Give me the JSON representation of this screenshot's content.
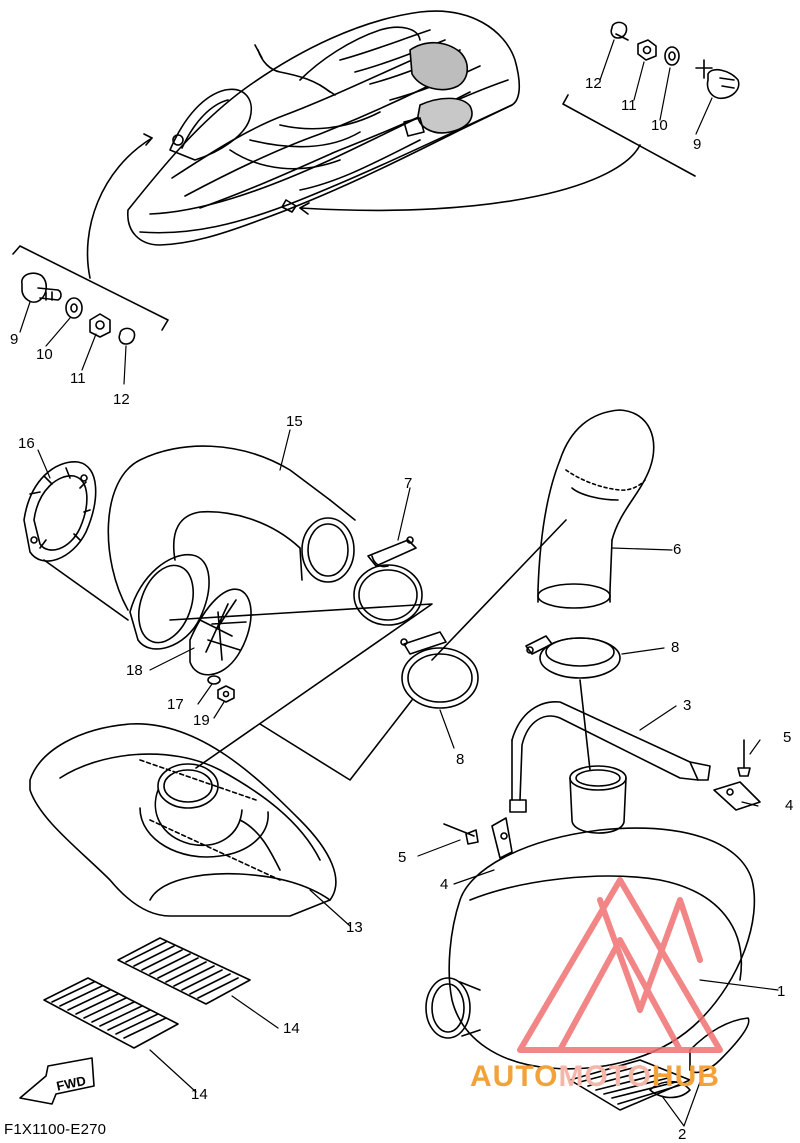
{
  "diagram": {
    "code": "F1X1100-E270",
    "fwd_label": "FWD",
    "callouts": [
      {
        "id": "c1",
        "label": "1"
      },
      {
        "id": "c2",
        "label": "2"
      },
      {
        "id": "c3",
        "label": "3"
      },
      {
        "id": "c4a",
        "label": "4"
      },
      {
        "id": "c4b",
        "label": "4"
      },
      {
        "id": "c5a",
        "label": "5"
      },
      {
        "id": "c5b",
        "label": "5"
      },
      {
        "id": "c6",
        "label": "6"
      },
      {
        "id": "c7",
        "label": "7"
      },
      {
        "id": "c8a",
        "label": "8"
      },
      {
        "id": "c8b",
        "label": "8"
      },
      {
        "id": "c9a",
        "label": "9"
      },
      {
        "id": "c9b",
        "label": "9"
      },
      {
        "id": "c10a",
        "label": "10"
      },
      {
        "id": "c10b",
        "label": "10"
      },
      {
        "id": "c11a",
        "label": "11"
      },
      {
        "id": "c11b",
        "label": "11"
      },
      {
        "id": "c12a",
        "label": "12"
      },
      {
        "id": "c12b",
        "label": "12"
      },
      {
        "id": "c13",
        "label": "13"
      },
      {
        "id": "c14a",
        "label": "14"
      },
      {
        "id": "c14b",
        "label": "14"
      },
      {
        "id": "c15",
        "label": "15"
      },
      {
        "id": "c16",
        "label": "16"
      },
      {
        "id": "c17",
        "label": "17"
      },
      {
        "id": "c18",
        "label": "18"
      },
      {
        "id": "c19",
        "label": "19"
      }
    ]
  },
  "watermark": {
    "part1": "AUTO",
    "part2": "MOTO",
    "part3": "HUB",
    "logo_color": "#f07070"
  }
}
